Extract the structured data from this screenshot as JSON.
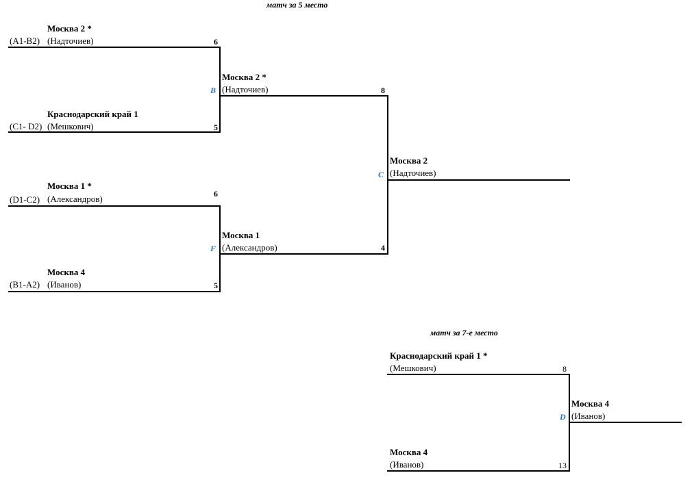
{
  "header_5th": "матч за 5 место",
  "header_7th": "матч за 7-е место",
  "r1": [
    {
      "seed": "(A1-B2)",
      "team": "Москва 2 *",
      "player": "(Надточиев)",
      "score": "6"
    },
    {
      "seed": "(C1- D2)",
      "team": "Краснодарский край 1",
      "player": "(Мешкович)",
      "score": "5"
    },
    {
      "seed": "(D1-C2)",
      "team": "Москва 1 *",
      "player": "(Александров)",
      "score": "6"
    },
    {
      "seed": "(B1-A2)",
      "team": "Москва 4",
      "player": "(Иванов)",
      "score": "5"
    }
  ],
  "r2": [
    {
      "letter": "B",
      "team": "Москва 2 *",
      "player": "(Надточиев)",
      "score": "8"
    },
    {
      "letter": "F",
      "team": "Москва 1",
      "player": "(Александров)",
      "score": "4"
    }
  ],
  "final5": {
    "letter": "C",
    "team": "Москва 2",
    "player": "(Надточиев)"
  },
  "m7": [
    {
      "team": "Краснодарский край 1 *",
      "player": "(Мешкович)",
      "score": "8"
    },
    {
      "team": "Москва 4",
      "player": "(Иванов)",
      "score": "13"
    }
  ],
  "final7": {
    "letter": "D",
    "team": "Москва 4",
    "player": "(Иванов)"
  }
}
